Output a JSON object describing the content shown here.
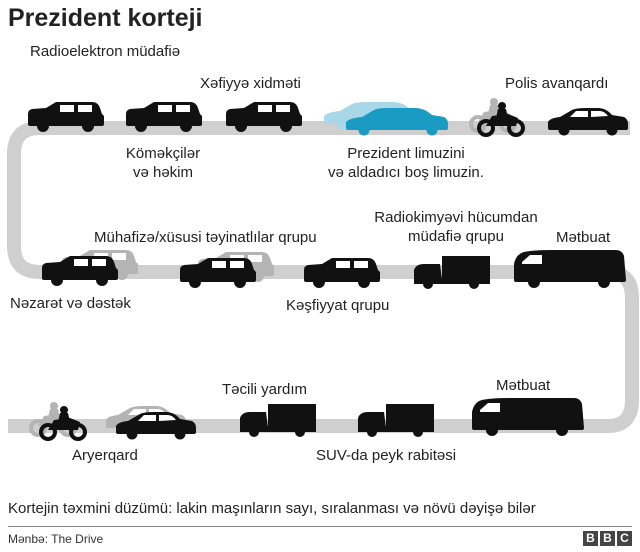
{
  "title": "Prezident korteji",
  "labels": {
    "radioelektron": "Radioelektron müdafiə",
    "xefiyye": "Xəfiyyə xidməti",
    "polis": "Polis avanqardı",
    "komekciler_1": "Köməkçilər",
    "komekciler_2": "və həkim",
    "limuzin_1": "Prezident limuzini",
    "limuzin_2": "və aldadıcı boş limuzin.",
    "muhafize": "Mühafizə/xüsusi təyinatlılar qrupu",
    "radiokimyevi_1": "Radiokimyəvi hücumdan",
    "radiokimyevi_2": "müdafiə qrupu",
    "metbuat_1": "Mətbuat",
    "nezaret": "Nəzarət və dəstək",
    "kesfiyyat": "Kəşfiyyat qrupu",
    "tecili": "Təcili yardım",
    "metbuat_2": "Mətbuat",
    "aryerqard": "Aryerqard",
    "suv": "SUV-da peyk rabitəsi"
  },
  "note": "Kortejin təxmini düzümü: lakin maşınların sayı, sıralanması və növü dəyişə bilər",
  "source": "Mənbə: The Drive",
  "logo": [
    "B",
    "B",
    "C"
  ],
  "colors": {
    "road": "#cfcfcf",
    "vehicle": "#111111",
    "ghost_vehicle": "#b4b4b4",
    "limo_main": "#1a9bc3",
    "limo_decoy": "#a8d8e8"
  }
}
